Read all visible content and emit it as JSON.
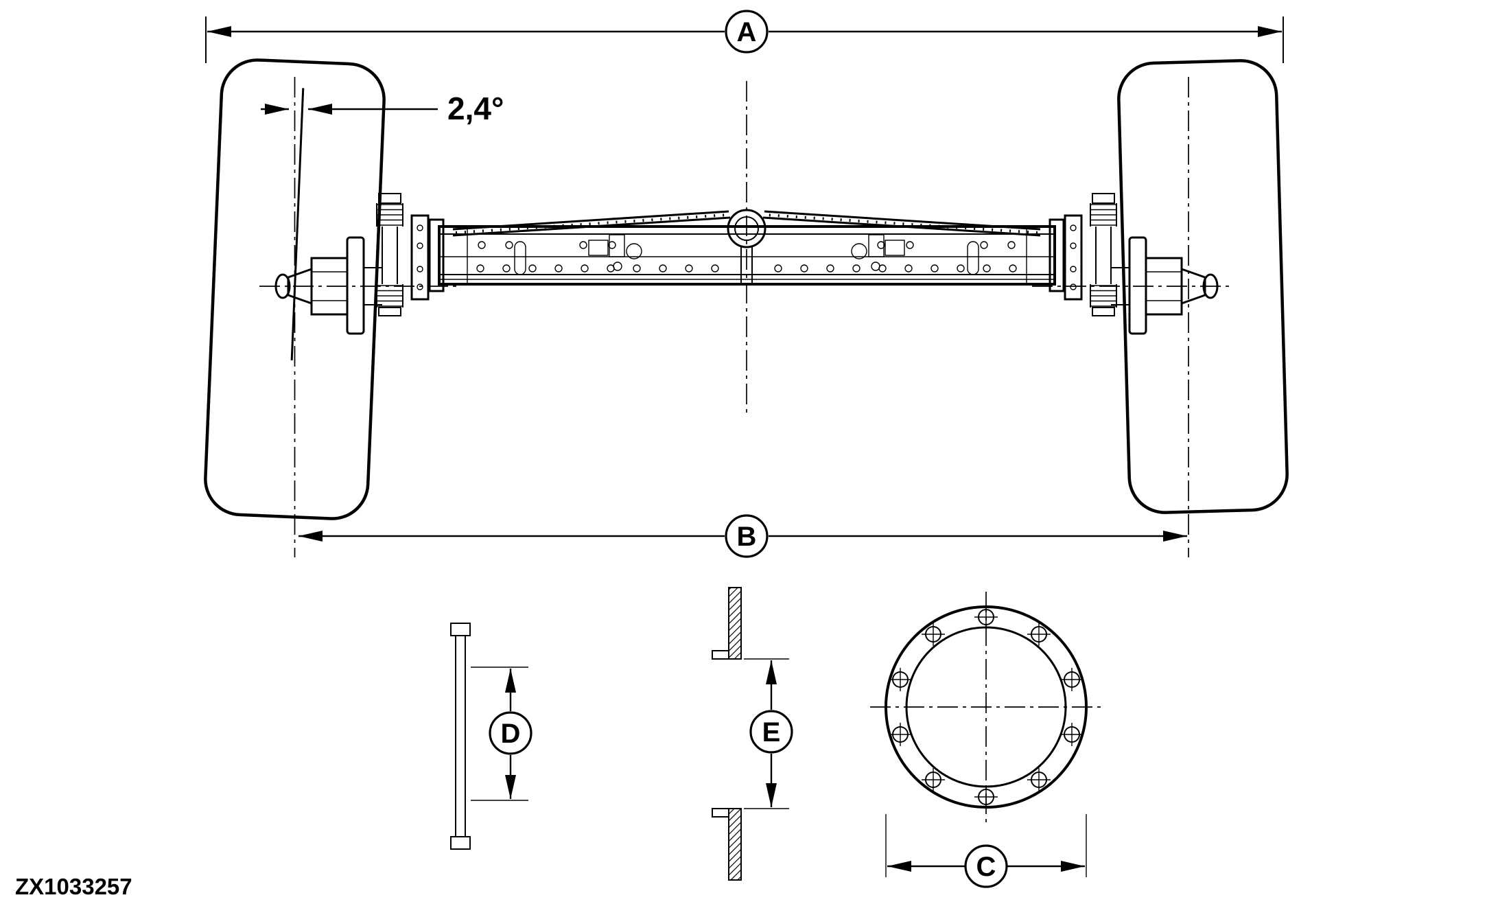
{
  "title": {
    "part_number": "ZX1033257"
  },
  "dimensions": {
    "overall_width_label": "A",
    "track_width_label": "B",
    "flange_diameter_label": "C",
    "plate_height_label": "D",
    "gap_height_label": "E",
    "toe_angle_value": "2,4°"
  }
}
